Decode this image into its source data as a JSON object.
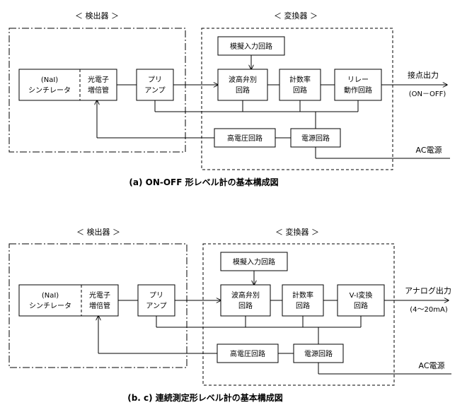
{
  "diagram_a": {
    "detector_label": "＜ 検出器 ＞",
    "converter_label": "＜ 変換器 ＞",
    "scint_1": "(NaI)",
    "scint_2": "シンチレータ",
    "pmt_1": "光電子",
    "pmt_2": "増倍管",
    "pre_1": "プリ",
    "pre_2": "アンプ",
    "sim": "模擬入力回路",
    "disc_1": "波高弁別",
    "disc_2": "回路",
    "rate_1": "計数率",
    "rate_2": "回路",
    "out_1": "リレー",
    "out_2": "動作回路",
    "hv": "高電圧回路",
    "ps": "電源回路",
    "output_label": "接点出力",
    "output_sub": "(ON－OFF)",
    "ac_label": "AC電源",
    "caption": "(a)  ON-OFF 形レベル計の基本構成図"
  },
  "diagram_b": {
    "detector_label": "＜ 検出器 ＞",
    "converter_label": "＜ 変換器 ＞",
    "scint_1": "(NaI)",
    "scint_2": "シンチレータ",
    "pmt_1": "光電子",
    "pmt_2": "増倍管",
    "pre_1": "プリ",
    "pre_2": "アンプ",
    "sim": "模擬入力回路",
    "disc_1": "波高弁別",
    "disc_2": "回路",
    "rate_1": "計数率",
    "rate_2": "回路",
    "out_1": "V-I変換",
    "out_2": "回路",
    "hv": "高電圧回路",
    "ps": "電源回路",
    "output_label": "アナログ出力",
    "output_sub": "(4～20mA)",
    "ac_label": "AC電源",
    "caption": "(b. c)  連続測定形レベル計の基本構成図"
  }
}
